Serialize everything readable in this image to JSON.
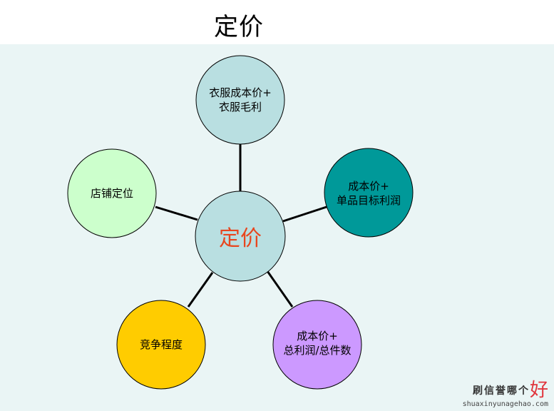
{
  "title": "定价",
  "center": {
    "label": "定价"
  },
  "nodes": {
    "top": {
      "line1": "衣服成本价+",
      "line2": "衣服毛利"
    },
    "right": {
      "line1": "成本价+",
      "line2": "单品目标利润"
    },
    "bottom_right": {
      "line1": "成本价+",
      "line2": "总利润/总件数"
    },
    "bottom_left": {
      "line1": "竞争程度"
    },
    "left": {
      "line1": "店铺定位"
    }
  },
  "colors": {
    "background": "#eaf5f5",
    "center_fill": "#b9dfe1",
    "top_fill": "#b9dfe1",
    "right_fill": "#009999",
    "bottom_right_fill": "#cc99ff",
    "bottom_left_fill": "#ffcc00",
    "left_fill": "#ccffcc",
    "center_text": "#e8461e",
    "edge": "#000000"
  },
  "watermark": {
    "chinese": "刷信誉哪个",
    "hao": "好",
    "pinyin": "shuaxinyunagehao.com"
  }
}
